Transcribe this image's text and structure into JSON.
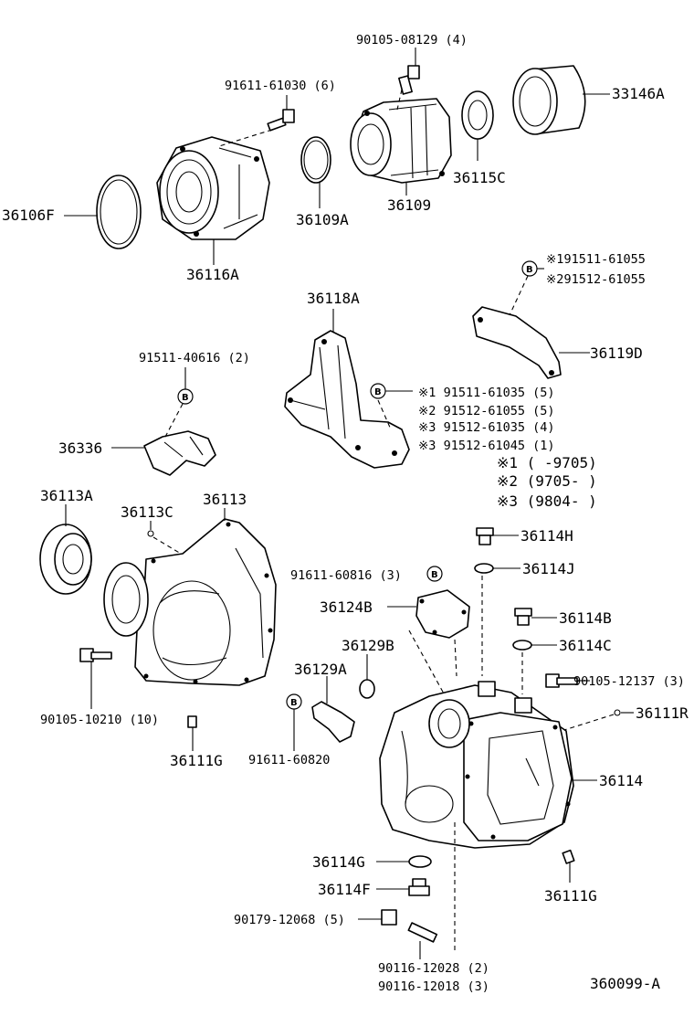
{
  "labels": {
    "p90105_08129": "90105-08129 (4)",
    "p91611_61030": "91611-61030 (6)",
    "p33146A": "33146A",
    "p36106F": "36106F",
    "p36109A": "36109A",
    "p36109": "36109",
    "p36115C": "36115C",
    "p36116A": "36116A",
    "p91511_61055_x1": "※191511-61055",
    "p91512_61055_x2": "※291512-61055",
    "p36118A": "36118A",
    "p36119D": "36119D",
    "p91511_40616": "91511-40616 (2)",
    "p36336": "36336",
    "bolts_x1": "※1 91511-61035 (5)",
    "bolts_x2": "※2 91512-61055 (5)",
    "bolts_x3a": "※3 91512-61035 (4)",
    "bolts_x3b": "※3 91512-61045 (1)",
    "note_x1": "※1 (      -9705)",
    "note_x2": "※2 (9705-      )",
    "note_x3": "※3 (9804-      )",
    "p36113A": "36113A",
    "p36113C": "36113C",
    "p36113": "36113",
    "p36114H": "36114H",
    "p36114J": "36114J",
    "p91611_60816": "91611-60816 (3)",
    "p36124B": "36124B",
    "p36114B": "36114B",
    "p36129B": "36129B",
    "p36114C": "36114C",
    "p36129A": "36129A",
    "p90105_12137": "90105-12137 (3)",
    "p36111R": "36111R",
    "p90105_10210": "90105-10210 (10)",
    "p91611_60820": "91611-60820",
    "p36111G_left": "36111G",
    "p36114": "36114",
    "p36114G": "36114G",
    "p36114F": "36114F",
    "p36111G_right": "36111G",
    "p90179_12068": "90179-12068 (5)",
    "p90116_12028": "90116-12028 (2)",
    "p90116_12018": "90116-12018 (3)",
    "ref": "360099-A"
  },
  "badge_letter": "B"
}
